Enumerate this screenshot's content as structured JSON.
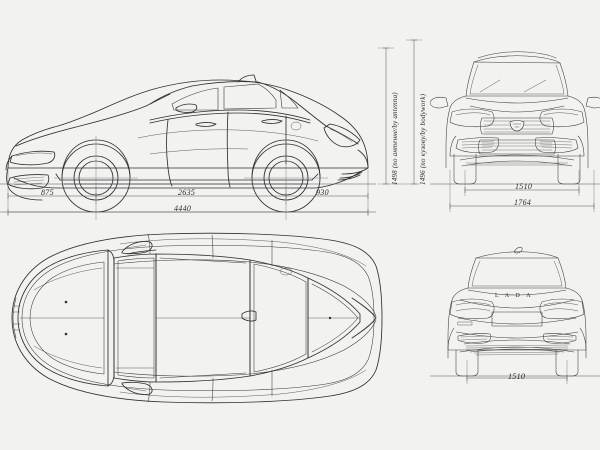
{
  "drawing": {
    "title": "Lada Vesta sedan dimensional blueprint",
    "background_color": "#f2f2f1",
    "line_color": "#2f2f2f"
  },
  "views": {
    "side": {
      "name": "side-elevation-view"
    },
    "front": {
      "name": "front-elevation-view"
    },
    "top": {
      "name": "top-plan-view"
    },
    "rear": {
      "name": "rear-elevation-view"
    }
  },
  "dimensions": {
    "front_overhang": "875",
    "wheelbase": "2635",
    "rear_overhang": "930",
    "overall_length": "4440",
    "height_antenna": "1498 (по антенне/by antenna)",
    "height_bodywork": "1496 (по кузову/by bodywork)",
    "front_track": "1510",
    "overall_width": "1764",
    "rear_track": "1510"
  },
  "badges": {
    "rear_wordmark": "L A D A"
  }
}
